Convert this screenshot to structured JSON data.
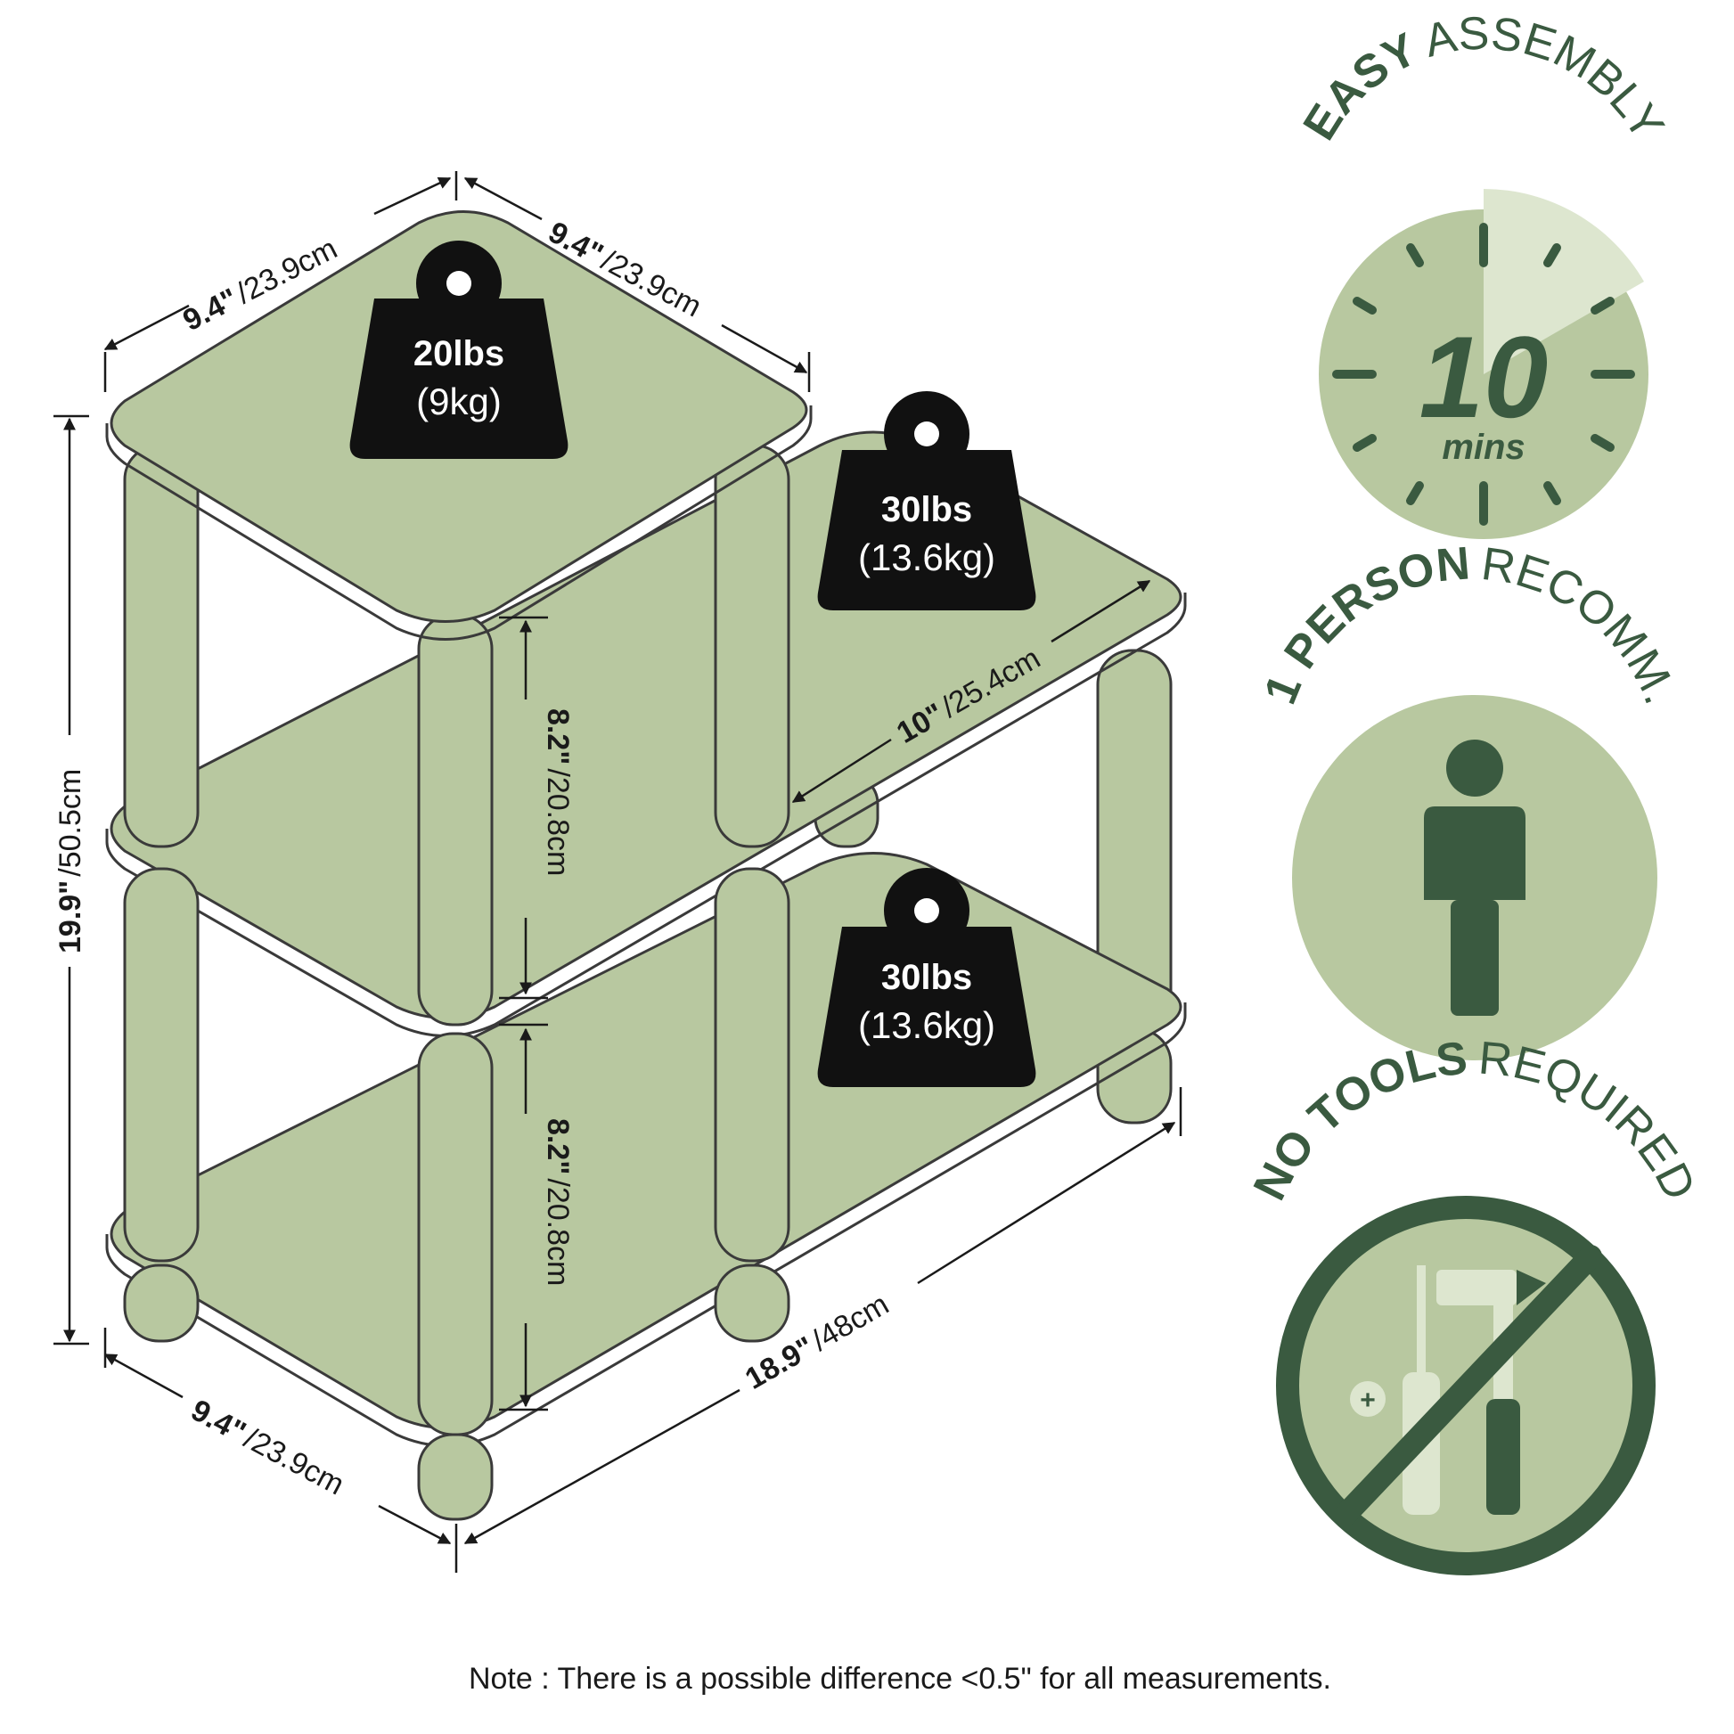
{
  "colors": {
    "shelf": "#b8c8a0",
    "outline": "#3a3a3a",
    "weight_badge": "#111111",
    "badge_dark": "#3a5a40",
    "badge_light": "#b8c8a0",
    "badge_pale": "#dde6cf"
  },
  "dimensions": {
    "top_left_width": {
      "value": "9.4\"",
      "metric": "/23.9cm"
    },
    "top_right_depth": {
      "value": "9.4\"",
      "metric": "/23.9cm"
    },
    "total_height": {
      "value": "19.9\"",
      "metric": "/50.5cm"
    },
    "upper_gap": {
      "value": "8.2\"",
      "metric": "/20.8cm"
    },
    "lower_gap": {
      "value": "8.2\"",
      "metric": "/20.8cm"
    },
    "side_shelf_width": {
      "value": "10\"",
      "metric": "/25.4cm"
    },
    "bottom_left_depth": {
      "value": "9.4\"",
      "metric": "/23.9cm"
    },
    "bottom_total_length": {
      "value": "18.9\"",
      "metric": "/48cm"
    }
  },
  "weights": [
    {
      "label": "20lbs",
      "sub": "(9kg)"
    },
    {
      "label": "30lbs",
      "sub": "(13.6kg)"
    },
    {
      "label": "30lbs",
      "sub": "(13.6kg)"
    }
  ],
  "badges": {
    "assembly": {
      "bold": "EASY",
      "regular": "ASSEMBLY",
      "number": "10",
      "unit": "mins",
      "icon": "clock-icon"
    },
    "person": {
      "bold": "1 PERSON",
      "regular": "RECOMM.",
      "icon": "person-icon"
    },
    "tools": {
      "bold": "NO TOOLS",
      "regular": "REQUIRED",
      "icon": "no-tools-icon"
    }
  },
  "note": "Note : There is a possible difference <0.5\" for all measurements."
}
